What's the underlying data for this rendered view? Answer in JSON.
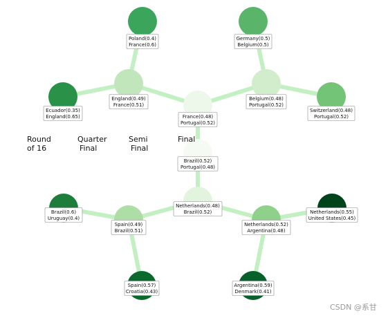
{
  "title": "",
  "watermark": "CSDN @系甘",
  "edge_color": "#c2f0c2",
  "round_labels": [
    {
      "id": "r16",
      "lines": [
        "Round",
        "of 16"
      ]
    },
    {
      "id": "qf",
      "lines": [
        "Quarter",
        "Final"
      ]
    },
    {
      "id": "sf",
      "lines": [
        "Semi",
        "Final"
      ]
    },
    {
      "id": "f",
      "lines": [
        "Final"
      ]
    }
  ],
  "nodes": [
    {
      "id": "poland_france",
      "round": "round-of-16",
      "color": "#3ba55c",
      "lines": [
        "Poland(0.4)",
        "France(0.6)"
      ]
    },
    {
      "id": "germany_belgium",
      "round": "round-of-16",
      "color": "#5ab46a",
      "lines": [
        "Germany(0.5)",
        "Belgium(0.5)"
      ]
    },
    {
      "id": "ecuador_england",
      "round": "round-of-16",
      "color": "#2a9148",
      "lines": [
        "Ecuador(0.35)",
        "England(0.65)"
      ]
    },
    {
      "id": "switzerland_portugal",
      "round": "round-of-16",
      "color": "#74c477",
      "lines": [
        "Switzerland(0.48)",
        "Portugal(0.52)"
      ]
    },
    {
      "id": "brazil_uruguay",
      "round": "round-of-16",
      "color": "#1d7e3b",
      "lines": [
        "Brazil(0.6)",
        "Uruguay(0.4)"
      ]
    },
    {
      "id": "netherlands_usa",
      "round": "round-of-16",
      "color": "#00441b",
      "lines": [
        "Netherlands(0.55)",
        "United States(0.45)"
      ]
    },
    {
      "id": "spain_croatia",
      "round": "round-of-16",
      "color": "#0a6a2c",
      "lines": [
        "Spain(0.57)",
        "Croatia(0.43)"
      ]
    },
    {
      "id": "argentina_denmark",
      "round": "round-of-16",
      "color": "#07612a",
      "lines": [
        "Argentina(0.59)",
        "Denmark(0.41)"
      ]
    },
    {
      "id": "england_france",
      "round": "quarter-final",
      "color": "#c2e6bb",
      "lines": [
        "England(0.49)",
        "France(0.51)"
      ]
    },
    {
      "id": "belgium_portugal",
      "round": "quarter-final",
      "color": "#d1edcb",
      "lines": [
        "Belgium(0.48)",
        "Portugal(0.52)"
      ]
    },
    {
      "id": "spain_brazil",
      "round": "quarter-final",
      "color": "#addea6",
      "lines": [
        "Spain(0.49)",
        "Brazil(0.51)"
      ]
    },
    {
      "id": "netherlands_argentina",
      "round": "quarter-final",
      "color": "#8fd18a",
      "lines": [
        "Netherlands(0.52)",
        "Argentina(0.48)"
      ]
    },
    {
      "id": "france_portugal",
      "round": "semi-final",
      "color": "#edf8ea",
      "lines": [
        "France(0.48)",
        "Portugal(0.52)"
      ]
    },
    {
      "id": "netherlands_brazil",
      "round": "semi-final",
      "color": "#e3f4de",
      "lines": [
        "Netherlands(0.48)",
        "Brazil(0.52)"
      ]
    },
    {
      "id": "brazil_portugal",
      "round": "final",
      "color": "#f5fbf3",
      "lines": [
        "Brazil(0.52)",
        "Portugal(0.48)"
      ]
    }
  ],
  "edges": [
    [
      "poland_france",
      "england_france"
    ],
    [
      "ecuador_england",
      "england_france"
    ],
    [
      "germany_belgium",
      "belgium_portugal"
    ],
    [
      "switzerland_portugal",
      "belgium_portugal"
    ],
    [
      "england_france",
      "france_portugal"
    ],
    [
      "belgium_portugal",
      "france_portugal"
    ],
    [
      "france_portugal",
      "brazil_portugal"
    ],
    [
      "brazil_portugal",
      "netherlands_brazil"
    ],
    [
      "netherlands_brazil",
      "spain_brazil"
    ],
    [
      "netherlands_brazil",
      "netherlands_argentina"
    ],
    [
      "brazil_uruguay",
      "spain_brazil"
    ],
    [
      "spain_croatia",
      "spain_brazil"
    ],
    [
      "netherlands_usa",
      "netherlands_argentina"
    ],
    [
      "argentina_denmark",
      "netherlands_argentina"
    ]
  ]
}
